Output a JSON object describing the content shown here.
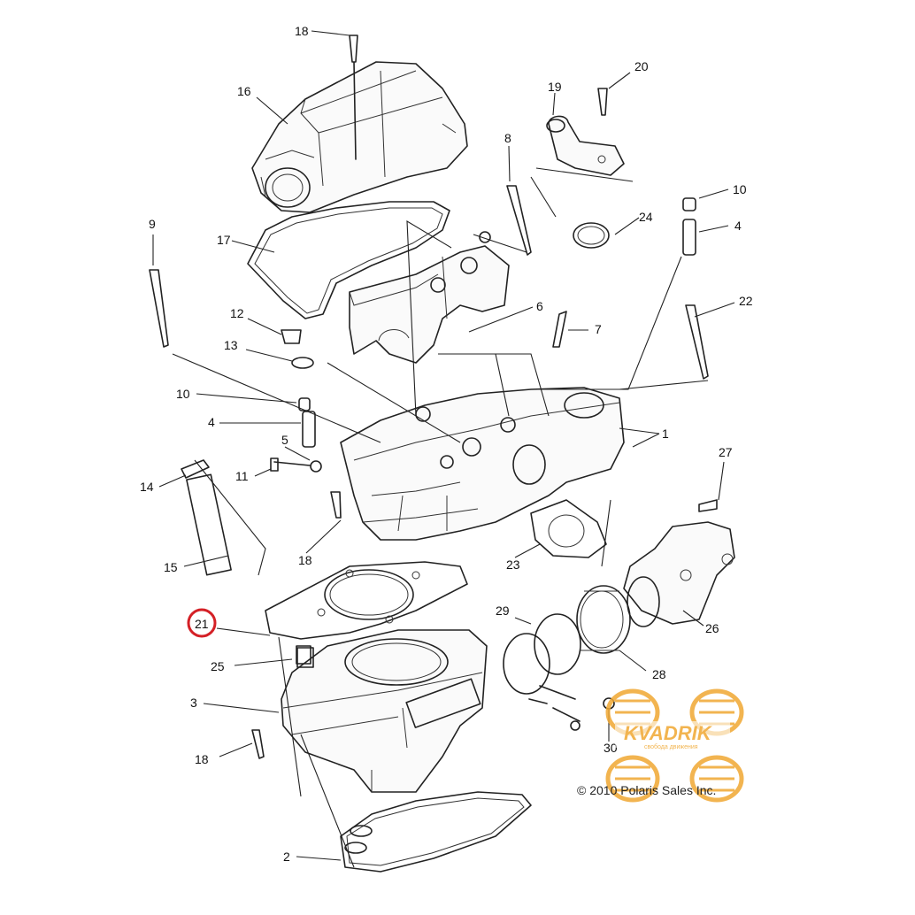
{
  "diagram": {
    "callouts": [
      {
        "id": "c18a",
        "label": "18"
      },
      {
        "id": "c16",
        "label": "16"
      },
      {
        "id": "c19",
        "label": "19"
      },
      {
        "id": "c20",
        "label": "20"
      },
      {
        "id": "c8",
        "label": "8"
      },
      {
        "id": "c10a",
        "label": "10"
      },
      {
        "id": "c4a",
        "label": "4"
      },
      {
        "id": "c17",
        "label": "17"
      },
      {
        "id": "c24",
        "label": "24"
      },
      {
        "id": "c9",
        "label": "9"
      },
      {
        "id": "c22",
        "label": "22"
      },
      {
        "id": "c12",
        "label": "12"
      },
      {
        "id": "c6",
        "label": "6"
      },
      {
        "id": "c7",
        "label": "7"
      },
      {
        "id": "c13",
        "label": "13"
      },
      {
        "id": "c10b",
        "label": "10"
      },
      {
        "id": "c4b",
        "label": "4"
      },
      {
        "id": "c1",
        "label": "1"
      },
      {
        "id": "c5",
        "label": "5"
      },
      {
        "id": "c27",
        "label": "27"
      },
      {
        "id": "c11",
        "label": "11"
      },
      {
        "id": "c14",
        "label": "14"
      },
      {
        "id": "c18b",
        "label": "18"
      },
      {
        "id": "c23",
        "label": "23"
      },
      {
        "id": "c15",
        "label": "15"
      },
      {
        "id": "c29",
        "label": "29"
      },
      {
        "id": "c21",
        "label": "21"
      },
      {
        "id": "c26",
        "label": "26"
      },
      {
        "id": "c25",
        "label": "25"
      },
      {
        "id": "c28",
        "label": "28"
      },
      {
        "id": "c3",
        "label": "3"
      },
      {
        "id": "c30",
        "label": "30"
      },
      {
        "id": "c18c",
        "label": "18"
      },
      {
        "id": "c2",
        "label": "2"
      }
    ],
    "highlighted_callout": "21",
    "highlight_color": "#d42026",
    "copyright": "© 2010 Polaris Sales Inc."
  },
  "watermark": {
    "brand": "KVADRIK",
    "tagline": "свобода движения",
    "color": "#f0a832"
  }
}
